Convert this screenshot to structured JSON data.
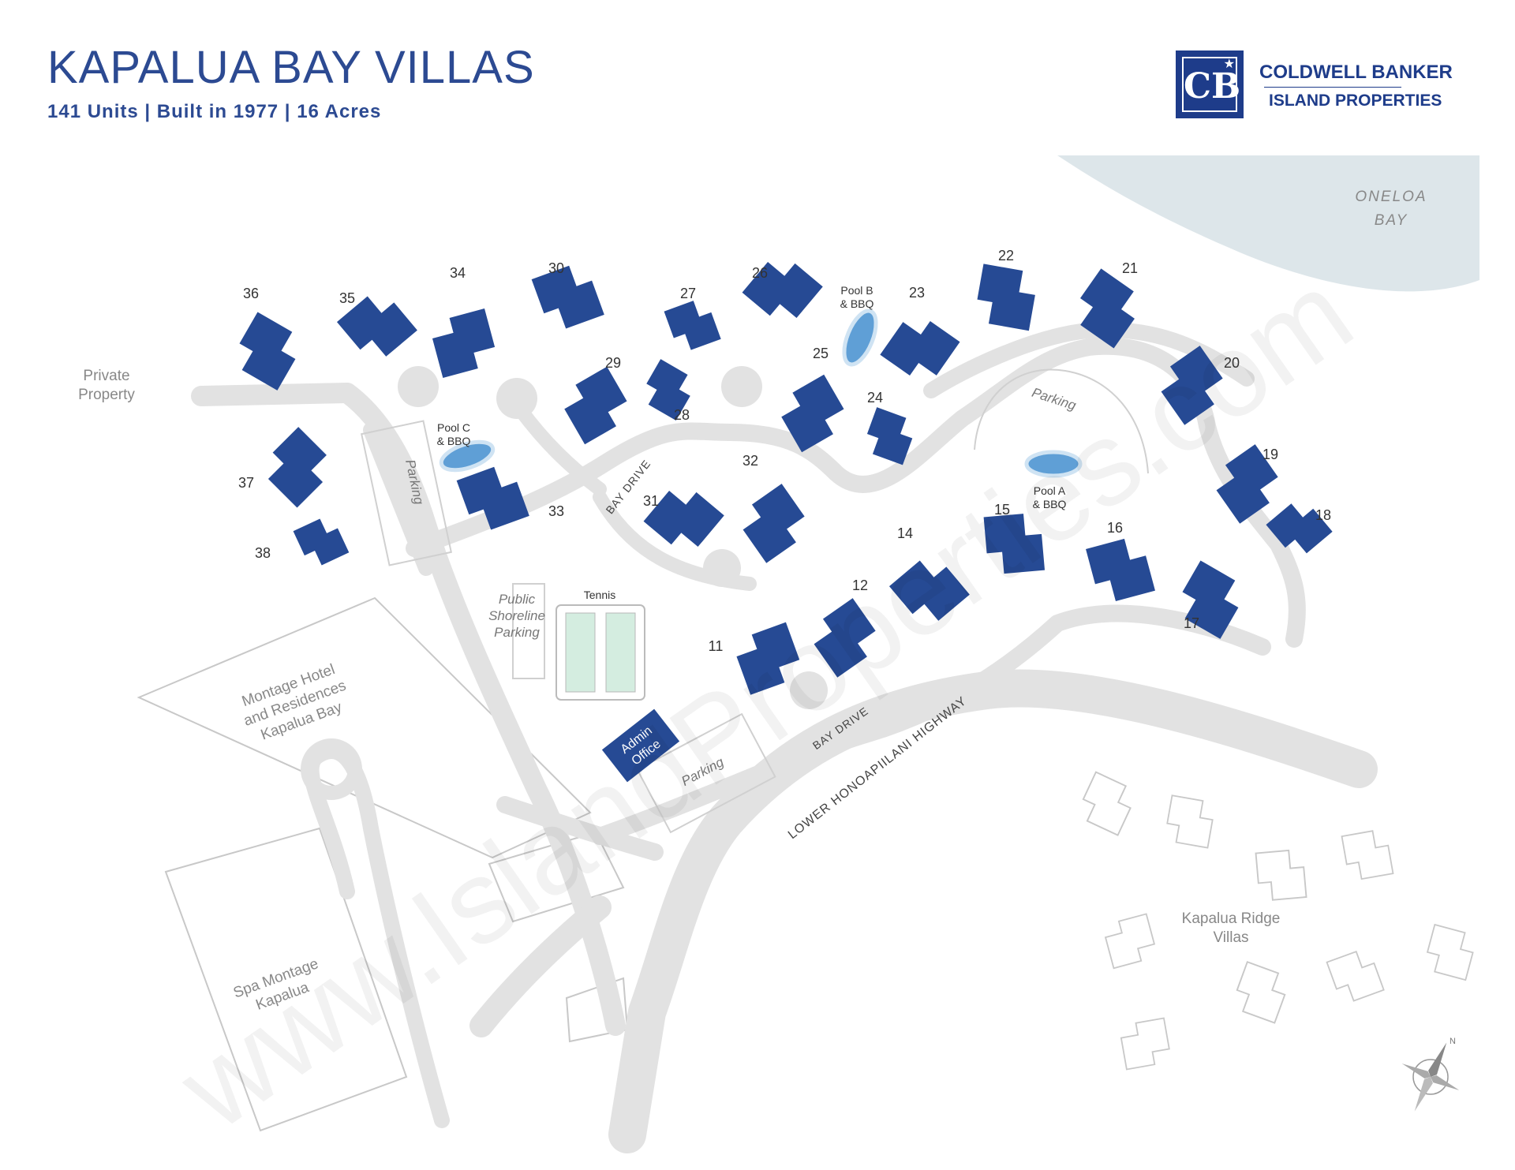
{
  "header": {
    "title": "KAPALUA BAY VILLAS",
    "subtitle": "141 Units | Built in 1977 | 16 Acres"
  },
  "logo": {
    "line1": "COLDWELL BANKER",
    "line2": "ISLAND PROPERTIES",
    "mark": "CB",
    "icon": "coldwell-banker-logo-icon"
  },
  "map": {
    "watermark": "www.IslandProperties.com",
    "water_labels": [
      "ONELOA",
      "BAY"
    ],
    "area_labels": {
      "private_property": [
        "Private",
        "Property"
      ],
      "montage_hotel": [
        "Montage Hotel",
        "and Residences",
        "Kapalua Bay"
      ],
      "spa_montage": [
        "Spa Montage",
        "Kapalua"
      ],
      "kapalua_ridge": [
        "Kapalua Ridge",
        "Villas"
      ]
    },
    "pools": [
      {
        "id": "A",
        "lines": [
          "Pool A",
          "& BBQ"
        ]
      },
      {
        "id": "B",
        "lines": [
          "Pool B",
          "& BBQ"
        ]
      },
      {
        "id": "C",
        "lines": [
          "Pool C",
          "& BBQ"
        ]
      }
    ],
    "parking_label": "Parking",
    "public_parking": [
      "Public",
      "Shoreline",
      "Parking"
    ],
    "tennis_label": "Tennis",
    "admin_office": [
      "Admin",
      "Office"
    ],
    "roads": {
      "bay_drive": "BAY DRIVE",
      "highway": "LOWER HONOAPIILANI HIGHWAY"
    },
    "buildings": [
      "11",
      "12",
      "14",
      "15",
      "16",
      "17",
      "18",
      "19",
      "20",
      "21",
      "22",
      "23",
      "24",
      "25",
      "26",
      "27",
      "28",
      "29",
      "30",
      "31",
      "32",
      "33",
      "34",
      "35",
      "36",
      "37",
      "38"
    ],
    "compass": {
      "north_label": "N",
      "icon": "compass-rose-icon"
    },
    "colors": {
      "building": "#264a94",
      "road": "#e2e2e2",
      "water": "#dde6ea",
      "pool": "#5f9fd6",
      "outline": "#c8c8c8",
      "label": "#333333",
      "tennis": "#d4ede0"
    }
  }
}
